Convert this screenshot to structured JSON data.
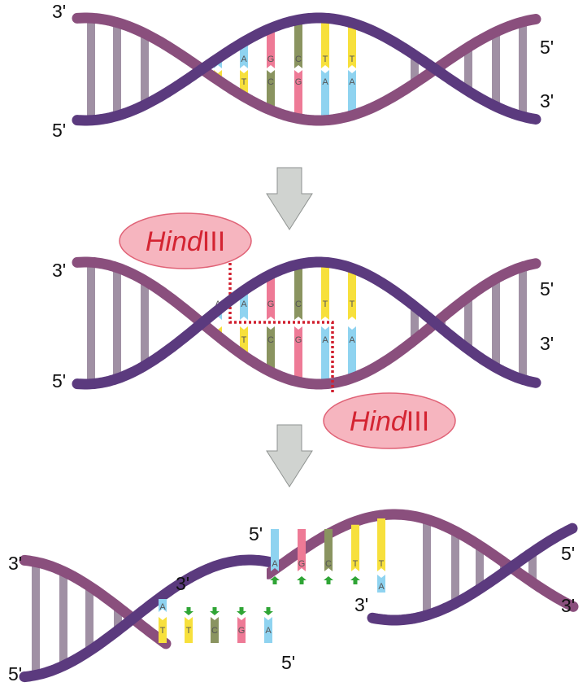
{
  "colors": {
    "strand_dark": "#5b3a7e",
    "strand_light": "#8a4f7d",
    "rung": "#a090a4",
    "A": "#8fd3f0",
    "T": "#f7e03c",
    "G": "#ee7a96",
    "C": "#8a9460",
    "enzyme_fill": "#f6b5bf",
    "enzyme_stroke": "#e06276",
    "enzyme_text": "#d42432",
    "cut_line": "#d11f2e",
    "arrow_fill": "#d0d3d0",
    "arrow_stroke": "#8e9290",
    "overhang_arrow": "#2fa535"
  },
  "labels": {
    "three_prime": "3'",
    "five_prime": "5'"
  },
  "enzyme": {
    "italic": "Hind",
    "roman": "III"
  },
  "sequence": {
    "top": [
      "A",
      "A",
      "G",
      "C",
      "T",
      "T"
    ],
    "bottom": [
      "T",
      "T",
      "C",
      "G",
      "A",
      "A"
    ]
  },
  "fragments": {
    "left_top": [
      "A"
    ],
    "left_bottom": [
      "T",
      "T",
      "C",
      "G",
      "A"
    ],
    "right_top": [
      "A",
      "G",
      "C",
      "T",
      "T"
    ],
    "right_bottom": [
      "A"
    ]
  }
}
